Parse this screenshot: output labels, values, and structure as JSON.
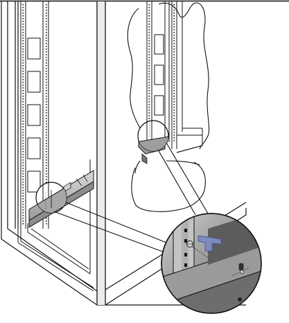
{
  "figure": {
    "subject": "rack-mount-rail-installation",
    "colors": {
      "line": "#111111",
      "page": "#ffffff",
      "panel_gray": "#e9e9e9",
      "rail_gray": "#bdbdbd",
      "zoom_dark": "#5a5a5a",
      "zoom_mid": "#8a8a8a",
      "zoom_light": "#c8c8c8",
      "latch_blue": "#7d8bbf",
      "latch_blue_dark": "#4b5a9a"
    },
    "icons": [
      "magnifier-callout",
      "rail-latch-icon",
      "screw-icon",
      "hand-outline"
    ]
  }
}
